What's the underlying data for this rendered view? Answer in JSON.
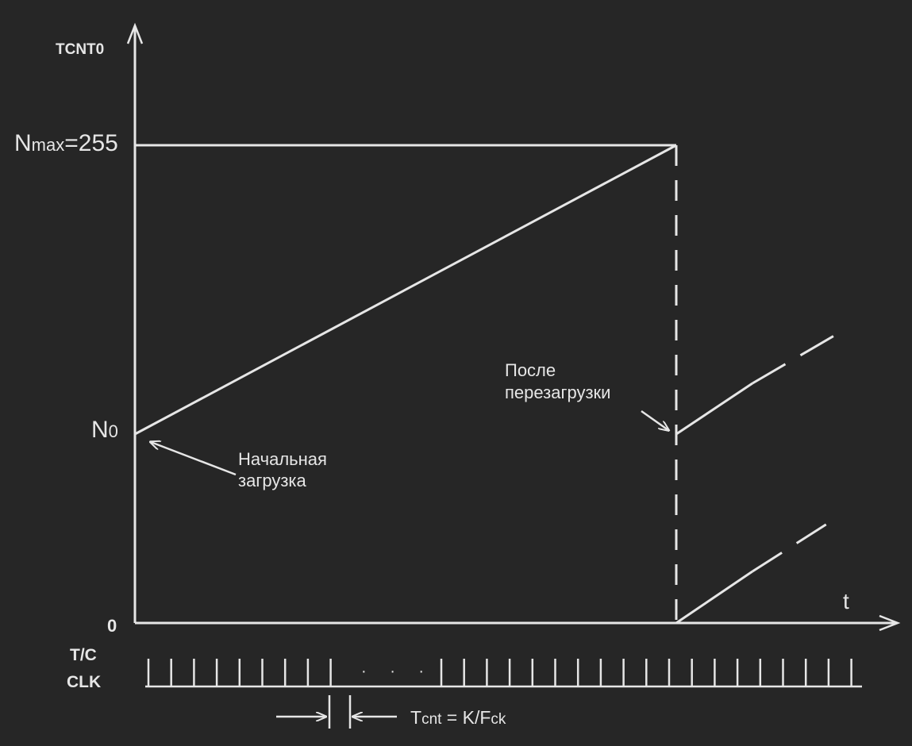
{
  "axes": {
    "y_label": "TCNT0",
    "x_label": "t"
  },
  "levels": {
    "nmax_main": "N",
    "nmax_sub": "max",
    "nmax_value": "=255",
    "n0_main": "N",
    "n0_sub": "0",
    "zero": "0"
  },
  "annotations": {
    "initial_load_line1": "Начальная",
    "initial_load_line2": "загрузка",
    "after_reload_line1": "После",
    "after_reload_line2": "перезагрузки"
  },
  "clock": {
    "label_line1": "T/C",
    "label_line2": "CLK",
    "gap_marker": "· · ·",
    "period_main": "T",
    "period_sub": "cnt",
    "period_eq": " = K/F",
    "period_eq_sub": "ck"
  },
  "colors": {
    "background": "#262626",
    "foreground": "#e6e6e6"
  }
}
